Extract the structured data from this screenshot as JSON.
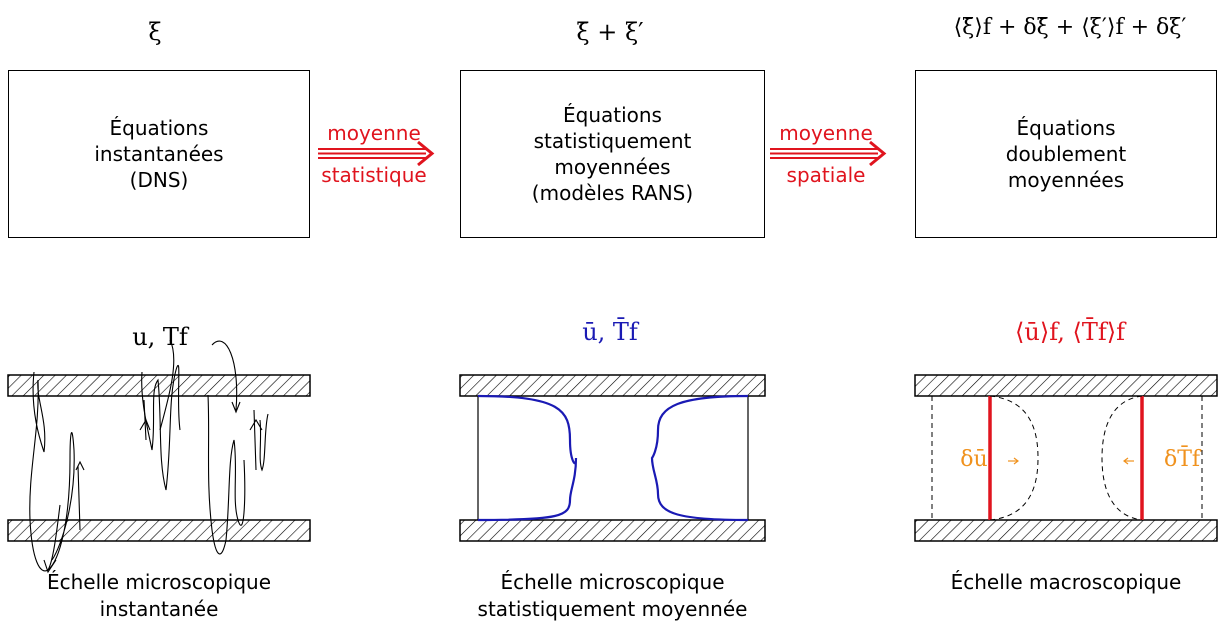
{
  "top_symbols": {
    "left": "ξ",
    "middle": "ξ̄ + ξ′",
    "right": "⟨ξ̄⟩f + δξ̄ + ⟨ξ′⟩f + δξ′"
  },
  "boxes": {
    "left": "Équations\ninstantanées\n(DNS)",
    "middle": "Équations\nstatistiquement\nmoyennées\n(modèles RANS)",
    "right": "Équations\ndoublement\nmoyennées"
  },
  "arrows": {
    "first": {
      "top": "moyenne",
      "bottom": "statistique"
    },
    "second": {
      "top": "moyenne",
      "bottom": "spatiale"
    }
  },
  "scale_labels": {
    "left": "u, Tf",
    "middle": "ū, T̄f",
    "right": "⟨ū⟩f, ⟨T̄f⟩f"
  },
  "deltas": {
    "left": "δū",
    "right": "δT̄f"
  },
  "captions": {
    "left": [
      "Échelle microscopique",
      "instantanée"
    ],
    "middle": [
      "Échelle microscopique",
      "statistiquement moyennée"
    ],
    "right": [
      "Échelle macroscopique"
    ]
  },
  "colors": {
    "arrow": "#e0141e",
    "blue_curve": "#1a1ab4",
    "red_line": "#e0141e",
    "orange_text": "#f0921e"
  }
}
